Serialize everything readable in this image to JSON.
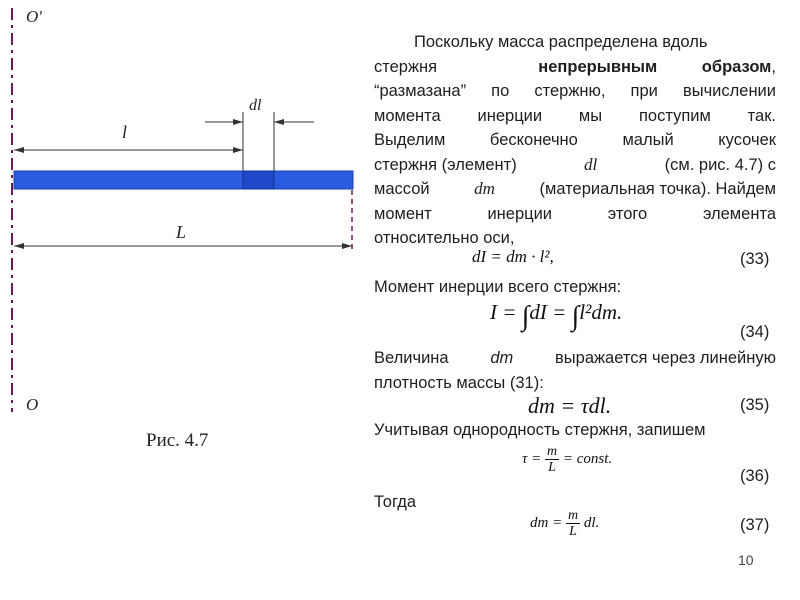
{
  "figure": {
    "axis_top_label": "O'",
    "axis_bottom_label": "O",
    "l_label": "l",
    "dl_label": "dl",
    "L_label": "L",
    "caption": "Рис. 4.7",
    "rod_color": "#2b5be0",
    "axis_color": "#6a1a5a"
  },
  "text": {
    "p1_l1": "Поскольку масса распределена вдоль",
    "p1_l2a": "стержня",
    "p1_l2b": "непрерывным образом",
    "p1_l2c": ",",
    "p1_l3": "“размазана” по стержню, при вычислении",
    "p1_l4": "момента инерции мы поступим так.",
    "p1_l5": "Выделим бесконечно малый кусочек",
    "p1_l6a": "стержня (элемент)",
    "p1_l6b": "dl",
    "p1_l6c": "(см. рис. 4.7) с",
    "p1_l7a": "массой",
    "p1_l7b": "dm",
    "p1_l7c": "(материальная точка). Найдем",
    "p1_l8": "момент инерции этого элемента",
    "p1_l9": "относительно оси,",
    "p2": "Момент инерции всего стержня:",
    "p3_l1a": "Величина",
    "p3_l1b": "dm",
    "p3_l1c": "выражается через линейную",
    "p3_l2": "плотность массы (31):",
    "p4": "Учитывая однородность стержня, запишем",
    "p5": "Тогда"
  },
  "equations": {
    "eq33": "dI = dm · l²,",
    "eq33_num": "(33)",
    "eq34_a": "I = ",
    "eq34_b": "∫",
    "eq34_c": "dI = ",
    "eq34_d": "∫",
    "eq34_e": "l²dm.",
    "eq34_num": "(34)",
    "eq35": "dm = τdl.",
    "eq35_num": "(35)",
    "eq36_a": "τ = ",
    "eq36_num_top": "m",
    "eq36_den": "L",
    "eq36_b": " = const.",
    "eq36_num": "(36)",
    "eq37_a": "dm = ",
    "eq37_num_top": "m",
    "eq37_den": "L",
    "eq37_b": " dl.",
    "eq37_num": "(37)"
  },
  "page_number": "10"
}
